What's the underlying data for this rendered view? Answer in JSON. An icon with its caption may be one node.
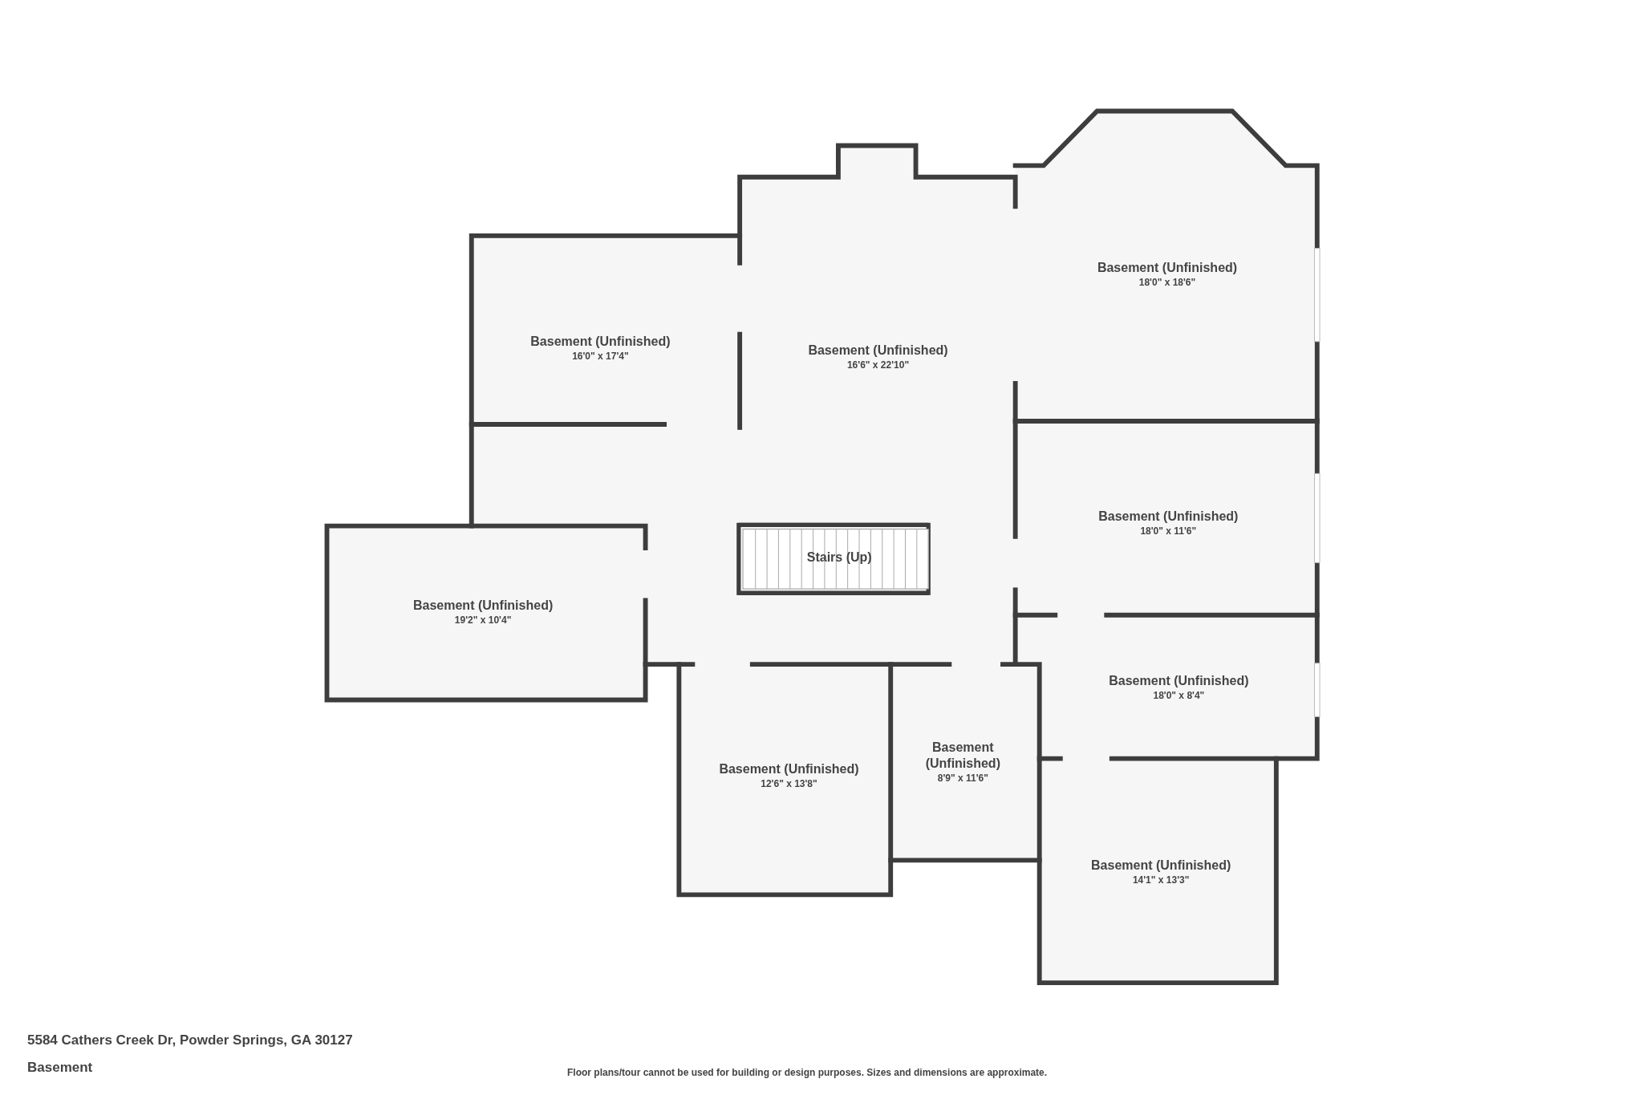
{
  "diagram": {
    "nodes": [
      {
        "text": [
          "Basement (Unfinished)",
          "18'0\" x 18'6\""
        ]
      },
      {
        "text": [
          "Basement (Unfinished)",
          "16'0\" x 17'4\""
        ]
      },
      {
        "text": [
          "Basement (Unfinished)",
          "16'6\" x 22'10\""
        ]
      },
      {
        "text": [
          "Basement (Unfinished)",
          "18'0\" x 11'6\""
        ]
      },
      {
        "text": [
          "Stairs (Up)"
        ]
      },
      {
        "text": [
          "Basement (Unfinished)",
          "19'2\" x 10'4\""
        ]
      },
      {
        "text": [
          "Basement (Unfinished)",
          "18'0\" x 8'4\""
        ]
      },
      {
        "text": [
          "Basement (Unfinished)",
          "8'9\" x 11'6\""
        ]
      },
      {
        "text": [
          "Basement (Unfinished)",
          "12'6\" x 13'8\""
        ]
      },
      {
        "text": [
          "Basement (Unfinished)",
          "14'1\" x 13'3\""
        ]
      }
    ],
    "edges": [],
    "labels": [
      "5584 Cathers Creek Dr, Powder Springs, GA 30127",
      "Basement",
      "Floor plans/tour cannot be used for building or design purposes. Sizes and dimensions are approximate."
    ]
  }
}
